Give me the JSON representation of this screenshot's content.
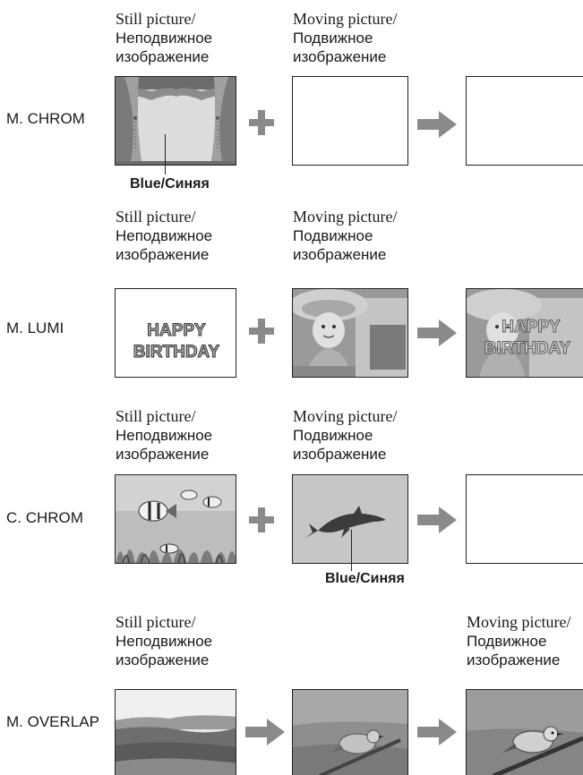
{
  "captions": {
    "still_en": "Still picture/",
    "still_ru1": "Неподвижное",
    "still_ru2": "изображение",
    "moving_en": "Moving picture/",
    "moving_ru1": "Подвижное",
    "moving_ru2": "изображение"
  },
  "modes": {
    "m_chrom": "M. CHROM",
    "m_lumi": "M. LUMI",
    "c_chrom": "C. CHROM",
    "m_overlap": "M. OVERLAP"
  },
  "blue_label": {
    "en": "Blue/",
    "ru": "Синяя"
  },
  "birthday": {
    "line1": "HAPPY",
    "line2": "BIRTHDAY"
  },
  "icons": {
    "plus": "plus-icon",
    "arrow": "arrow-right-icon"
  },
  "colors": {
    "glyph_gray": "#8a8a8a",
    "stage_blue_tone": "#b8b8b8"
  }
}
